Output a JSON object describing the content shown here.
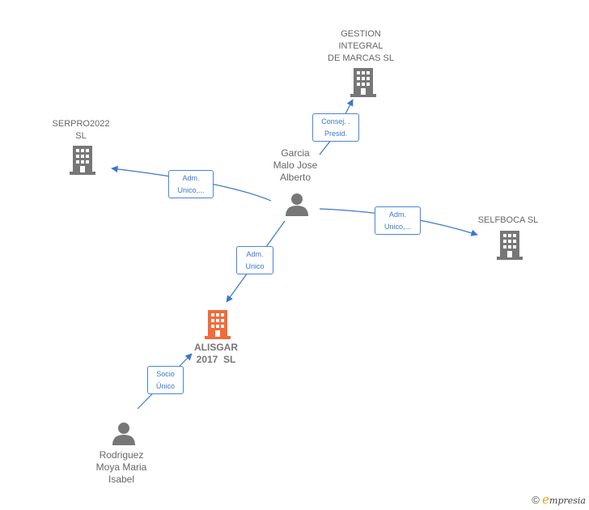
{
  "nodes": {
    "gestion": {
      "label_lines": [
        "GESTION",
        "INTEGRAL",
        "DE MARCAS SL"
      ],
      "icon": "building-icon"
    },
    "serpro": {
      "label_lines": [
        "SERPRO2022",
        "SL"
      ],
      "icon": "building-icon"
    },
    "selfboca": {
      "label_lines": [
        "SELFBOCA SL"
      ],
      "icon": "building-icon"
    },
    "alisgar": {
      "label_lines": [
        "ALISGAR",
        "2017  SL"
      ],
      "icon": "building-icon"
    },
    "garcia": {
      "label_lines": [
        "Garcia",
        "Malo Jose",
        "Alberto"
      ],
      "icon": "person-icon"
    },
    "rodriguez": {
      "label_lines": [
        "Rodriguez",
        "Moya Maria",
        "Isabel"
      ],
      "icon": "person-icon"
    }
  },
  "edges": {
    "garcia_gestion": {
      "lines": [
        "Consej. .",
        "Presid."
      ]
    },
    "garcia_serpro": {
      "lines": [
        "Adm.",
        "Unico,..."
      ]
    },
    "garcia_selfboca": {
      "lines": [
        "Adm.",
        "Unico,..."
      ]
    },
    "garcia_alisgar": {
      "lines": [
        "Adm.",
        "Unico"
      ]
    },
    "rodriguez_alisgar": {
      "lines": [
        "Socio",
        "Único"
      ]
    }
  },
  "colors": {
    "edge": "#3a78c8",
    "company_icon": "#777777",
    "focus_icon": "#f26b3a",
    "person_icon": "#777777"
  },
  "footer": {
    "copyright": "©",
    "brand_initial": "e",
    "brand_rest": "mpresia"
  }
}
